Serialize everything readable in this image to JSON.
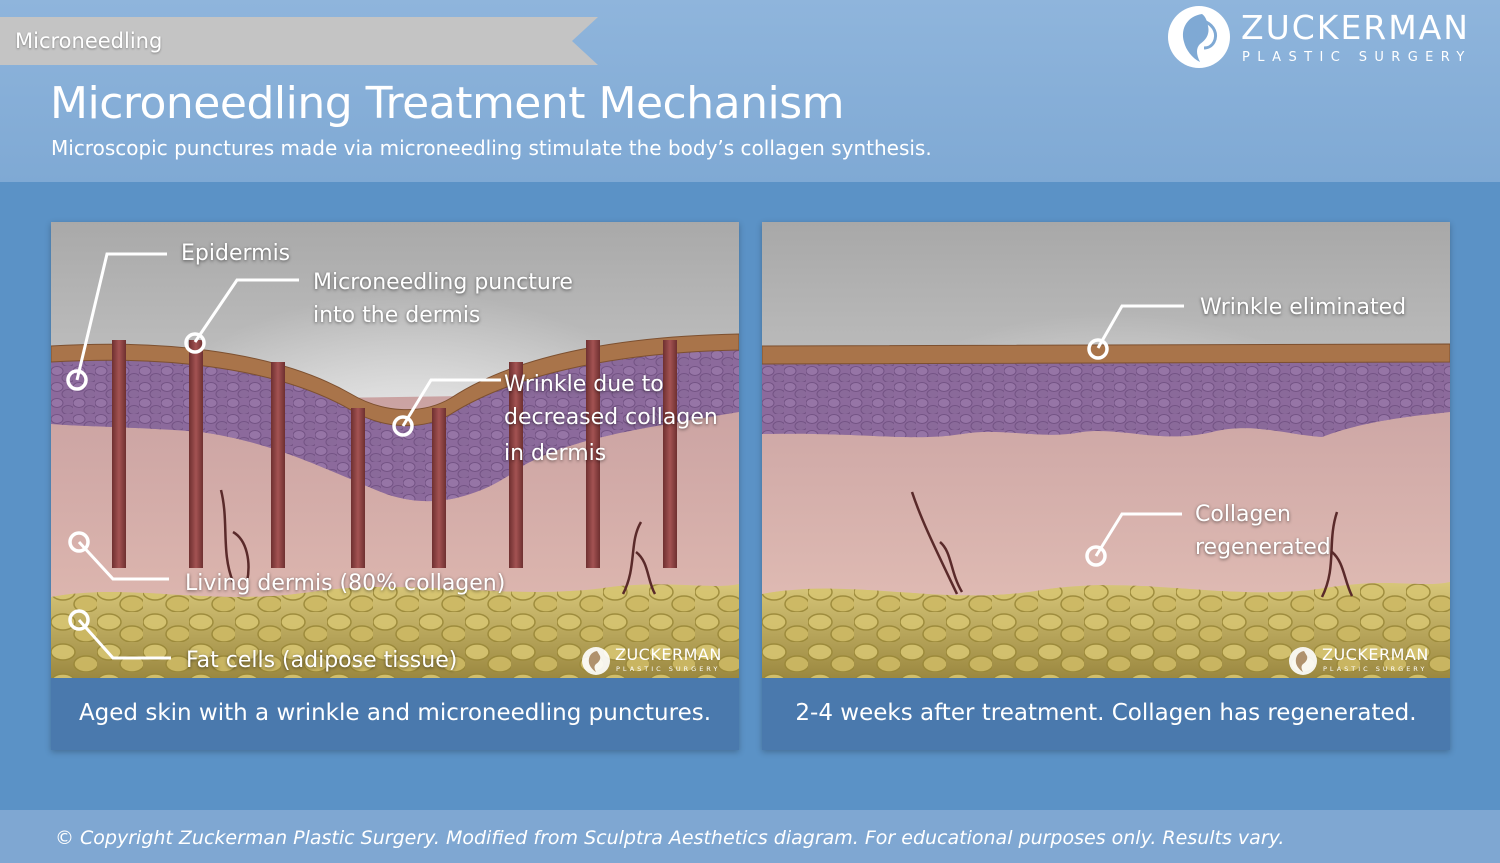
{
  "section_ribbon": "Microneedling",
  "title": "Microneedling Treatment Mechanism",
  "subtitle": "Microscopic punctures made via microneedling stimulate the body’s collagen synthesis.",
  "logo": {
    "icon": "zuckerman-face-icon",
    "name": "ZUCKERMAN",
    "tagline": "PLASTIC SURGERY"
  },
  "panels": [
    {
      "caption": "Aged skin with a wrinkle and microneedling punctures.",
      "labels": {
        "epidermis": "Epidermis",
        "puncture_1": "Microneedling puncture",
        "puncture_2": "into the dermis",
        "wrinkle_1": "Wrinkle due to",
        "wrinkle_2": "decreased collagen",
        "wrinkle_3": "in dermis",
        "dermis": "Living dermis (80% collagen)",
        "fat": "Fat cells (adipose tissue)"
      },
      "watermark": {
        "name": "ZUCKERMAN",
        "tagline": "PLASTIC SURGERY"
      }
    },
    {
      "caption": "2-4 weeks after treatment. Collagen has regenerated.",
      "labels": {
        "wrinkle_gone": "Wrinkle eliminated",
        "collagen_1": "Collagen",
        "collagen_2": "regenerated"
      },
      "watermark": {
        "name": "ZUCKERMAN",
        "tagline": "PLASTIC SURGERY"
      }
    }
  ],
  "footer": "© Copyright Zuckerman Plastic Surgery. Modified from Sculptra Aesthetics diagram. For educational purposes only. Results vary.",
  "colors": {
    "background": "#5b92c6",
    "header": "#8fb5dc",
    "caption_bar": "#4a79ad",
    "needle": "#8a3f3f",
    "epidermis": "#b07a4e",
    "purple_layer": "#8e6a9c",
    "dermis": "#d9b1ab",
    "fat": "#c9b463"
  }
}
